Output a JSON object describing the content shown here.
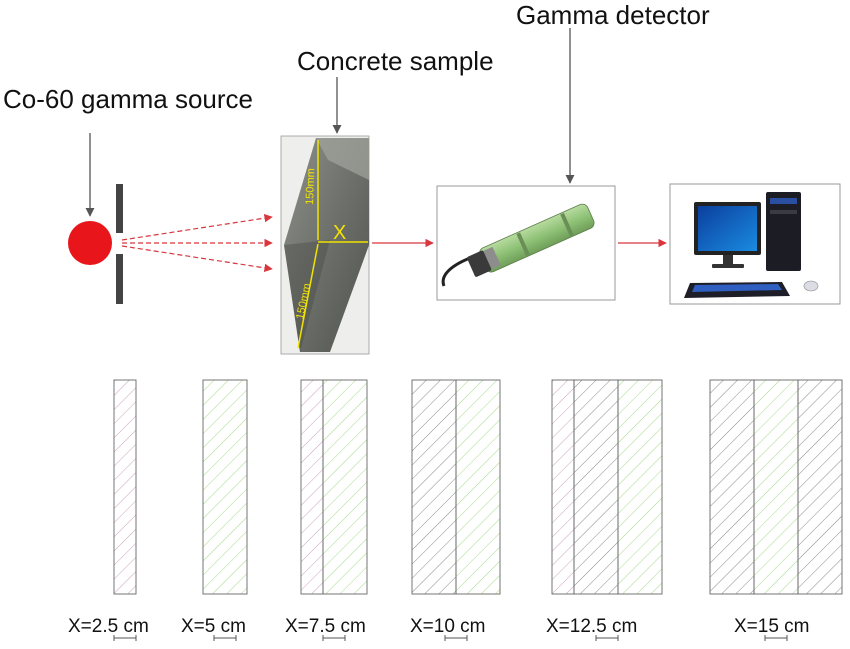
{
  "labels": {
    "source": "Co-60 gamma source",
    "sample": "Concrete sample",
    "detector": "Gamma detector"
  },
  "photo": {
    "dimension_top": "150mm",
    "dimension_bottom": "150mm",
    "thickness_mark": "X"
  },
  "layers": {
    "legend": [
      "pink",
      "green",
      "gray"
    ],
    "colors": {
      "pink": "#c9a3bf",
      "green": "#a6d98a",
      "gray": "#8a8a8a"
    },
    "configs": [
      {
        "caption": "X=2.5 cm",
        "layers": [
          "pink"
        ]
      },
      {
        "caption": "X=5 cm",
        "layers": [
          "green"
        ]
      },
      {
        "caption": "X=7.5 cm",
        "layers": [
          "pink",
          "green"
        ]
      },
      {
        "caption": "X=10 cm",
        "layers": [
          "gray",
          "green"
        ]
      },
      {
        "caption": "X=12.5 cm",
        "layers": [
          "pink",
          "gray",
          "green"
        ]
      },
      {
        "caption": "X=15 cm",
        "layers": [
          "gray",
          "green",
          "gray"
        ]
      }
    ]
  }
}
